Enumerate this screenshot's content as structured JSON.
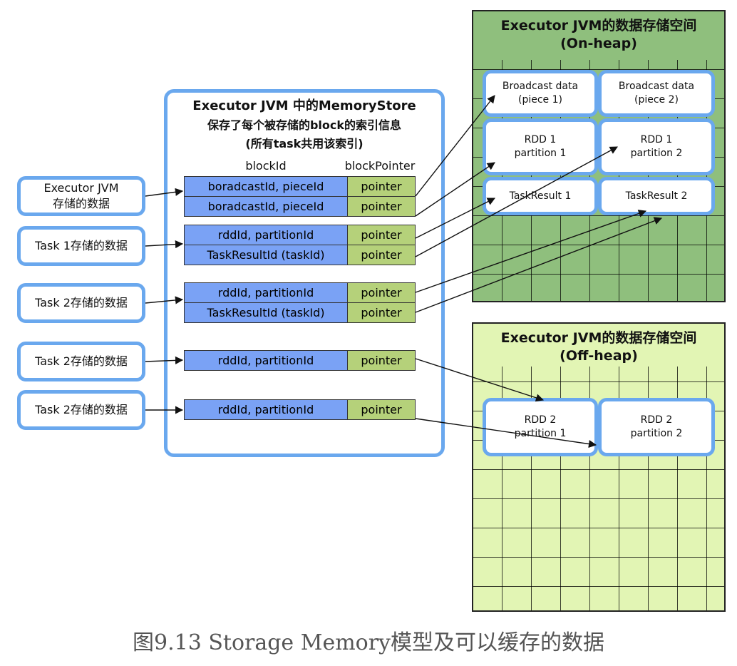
{
  "sources": [
    {
      "label": "Executor JVM\n存储的数据"
    },
    {
      "label": "Task 1存储的数据"
    },
    {
      "label": "Task 2存储的数据"
    },
    {
      "label": "Task 2存储的数据"
    },
    {
      "label": "Task 2存储的数据"
    }
  ],
  "store": {
    "title_line1": "Executor JVM 中的MemoryStore",
    "title_line2": "保存了每个被存储的block的索引信息",
    "title_line3": "(所有task共用该索引)",
    "col_block_id": "blockId",
    "col_block_pointer": "blockPointer"
  },
  "rows": [
    {
      "id": "boradcastId, pieceId",
      "ptr": "pointer"
    },
    {
      "id": "boradcastId, pieceId",
      "ptr": "pointer"
    },
    {
      "id": "rddId, partitionId",
      "ptr": "pointer"
    },
    {
      "id": "TaskResultId (taskId)",
      "ptr": "pointer"
    },
    {
      "id": "rddId, partitionId",
      "ptr": "pointer"
    },
    {
      "id": "TaskResultId (taskId)",
      "ptr": "pointer"
    },
    {
      "id": "rddId, partitionId",
      "ptr": "pointer"
    },
    {
      "id": "rddId, partitionId",
      "ptr": "pointer"
    }
  ],
  "on_heap": {
    "title": "Executor JVM的数据存储空间\n(On-heap)",
    "blocks": [
      {
        "label": "Broadcast data\n(piece 1)"
      },
      {
        "label": "Broadcast data\n(piece 2)"
      },
      {
        "label": "RDD 1\npartition 1"
      },
      {
        "label": "RDD 1\npartition 2"
      },
      {
        "label": "TaskResult 1"
      },
      {
        "label": "TaskResult 2"
      }
    ]
  },
  "off_heap": {
    "title": "Executor JVM的数据存储空间\n(Off-heap)",
    "blocks": [
      {
        "label": "RDD 2\npartition 1"
      },
      {
        "label": "RDD 2\npartition 2"
      }
    ]
  },
  "caption": "图9.13 Storage Memory模型及可以缓存的数据",
  "colors": {
    "box_border": "#6aa8ee",
    "block_id_cell": "#7aa2f5",
    "pointer_cell": "#b5d17a",
    "on_heap_bg": "#8fbf7d",
    "off_heap_bg": "#e2f5b4"
  }
}
